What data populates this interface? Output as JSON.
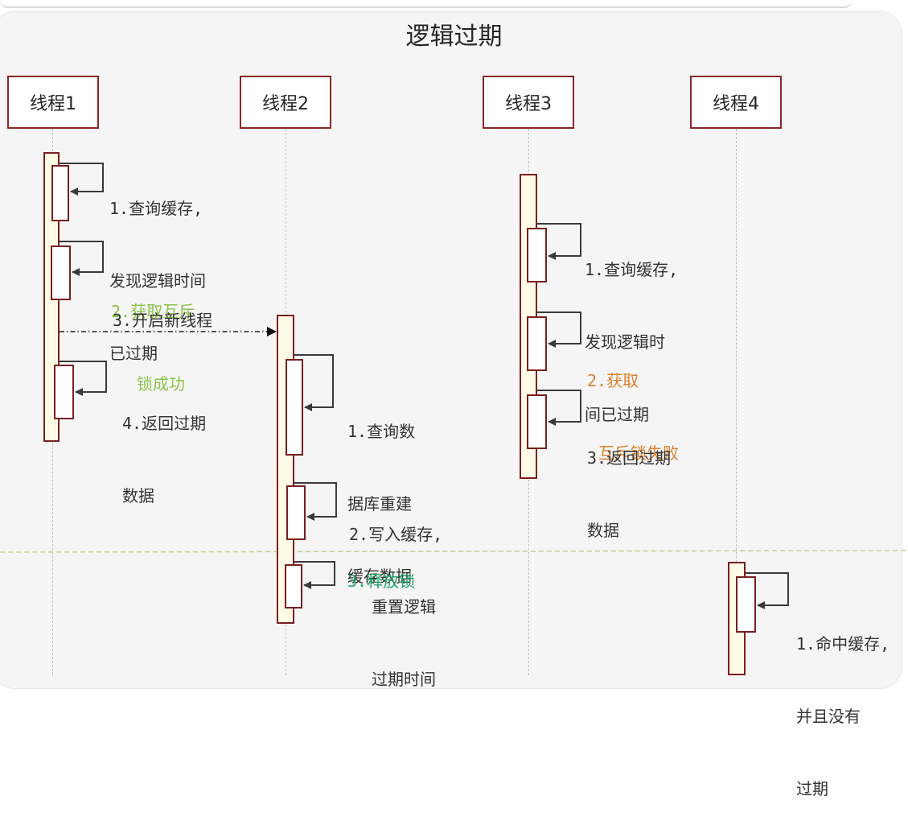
{
  "title": "逻辑过期",
  "threads": [
    {
      "name": "线程1"
    },
    {
      "name": "线程2"
    },
    {
      "name": "线程3"
    },
    {
      "name": "线程4"
    }
  ],
  "colors": {
    "border": "#8b2626",
    "activation_fill": "#fffbe6",
    "success_green": "#8bc34a",
    "fail_orange": "#d9822b",
    "release_green": "#21a366",
    "divider": "#c5d18a"
  },
  "messages": {
    "t1_query": [
      "1.查询缓存,",
      "发现逻辑时间",
      "已过期"
    ],
    "t1_lock": [
      "2.获取互斥",
      "锁成功"
    ],
    "t1_start": "3.开启新线程",
    "t1_return": [
      "4.返回过期",
      "数据"
    ],
    "t2_db": [
      "1.查询数",
      "据库重建",
      "缓存数据"
    ],
    "t2_write": [
      "2.写入缓存,",
      "重置逻辑",
      "过期时间"
    ],
    "t2_release": "3.释放锁",
    "t3_query": [
      "1.查询缓存,",
      "发现逻辑时",
      "间已过期"
    ],
    "t3_lock": [
      "2.获取",
      "互斥锁失败"
    ],
    "t3_return": [
      "3.返回过期",
      "数据"
    ],
    "t4_hit": [
      "1.命中缓存,",
      "并且没有",
      "过期"
    ]
  }
}
